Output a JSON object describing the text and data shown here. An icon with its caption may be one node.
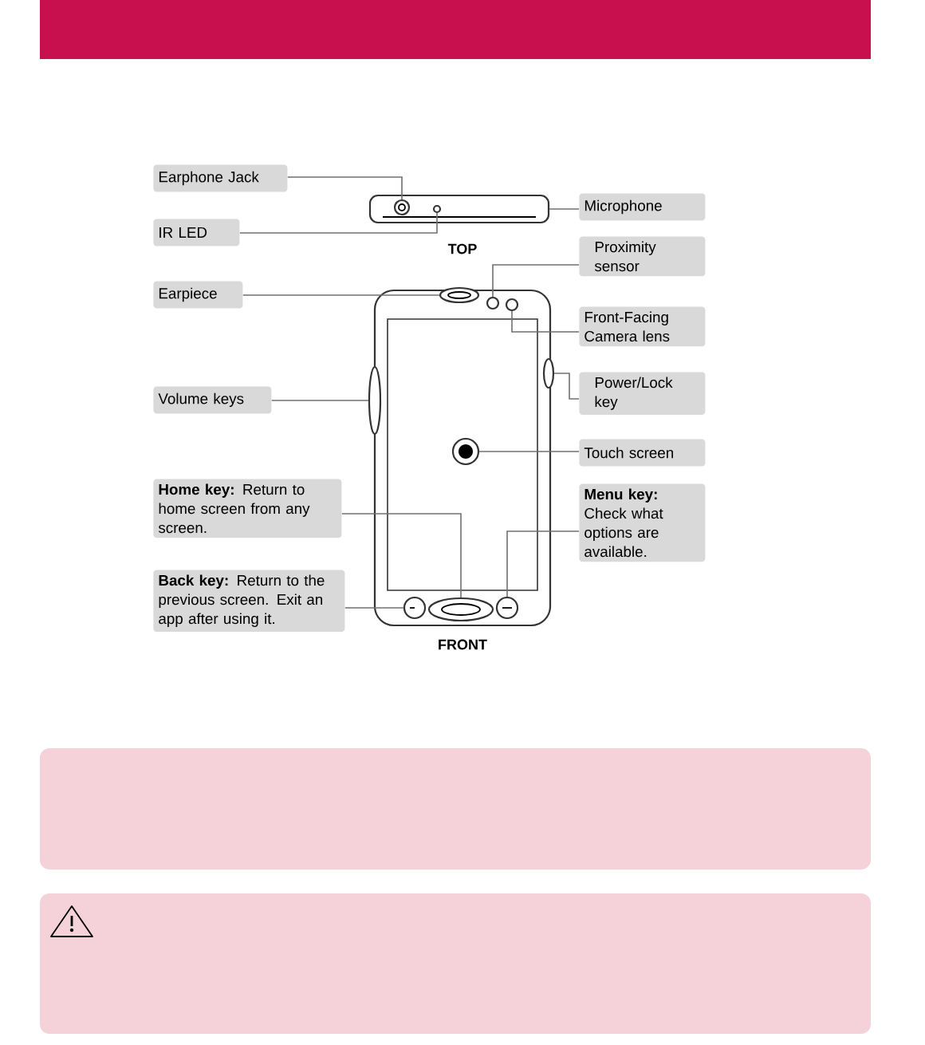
{
  "diagram": {
    "nodes": [
      {
        "text": [
          "Earphone Jack"
        ]
      },
      {
        "text": [
          "IR LED"
        ]
      },
      {
        "text": [
          "Microphone"
        ]
      },
      {
        "text": [
          "Proximity sensor"
        ]
      },
      {
        "text": [
          "Front-Facing Camera lens"
        ]
      },
      {
        "text": [
          "Earpiece"
        ]
      },
      {
        "text": [
          "Power/Lock key"
        ]
      },
      {
        "text": [
          "Volume keys"
        ]
      },
      {
        "text": [
          "Touch screen"
        ]
      },
      {
        "text": [
          "**Home key:** Return to home screen from any screen."
        ]
      },
      {
        "text": [
          "**Menu key:** Check what options are available."
        ]
      },
      {
        "text": [
          "**Back key:** Return to the previous screen. Exit an app after using it."
        ]
      },
      {
        "text": [],
        "shape": "box"
      },
      {
        "text": [],
        "shape": "circle",
        "in": 12
      },
      {
        "text": [],
        "shape": "circle",
        "in": 12
      },
      {
        "text": [],
        "shape": "ellipse"
      },
      {
        "text": [],
        "shape": "circle"
      },
      {
        "text": [],
        "shape": "circle"
      },
      {
        "text": [],
        "shape": "ellipse"
      },
      {
        "text": [],
        "shape": "ellipse"
      },
      {
        "text": [],
        "shape": "circle"
      },
      {
        "text": [],
        "shape": "circle"
      },
      {
        "text": [],
        "shape": "ellipse"
      },
      {
        "text": [],
        "shape": "circle"
      }
    ],
    "edges": [
      {
        "from": 0,
        "to": 13,
        "arrow": "none"
      },
      {
        "from": 1,
        "to": 14,
        "arrow": "none"
      },
      {
        "from": 2,
        "to": 12,
        "arrow": "none"
      },
      {
        "from": 3,
        "to": 16,
        "arrow": "none"
      },
      {
        "from": 4,
        "to": 17,
        "arrow": "none"
      },
      {
        "from": 5,
        "to": 15,
        "arrow": "none"
      },
      {
        "from": 6,
        "to": 18,
        "arrow": "none"
      },
      {
        "from": 7,
        "to": 19,
        "arrow": "none"
      },
      {
        "from": 8,
        "to": 20,
        "arrow": "none"
      },
      {
        "from": 9,
        "to": 22,
        "arrow": "none"
      },
      {
        "from": 10,
        "to": 23,
        "arrow": "none"
      },
      {
        "from": 11,
        "to": 21,
        "arrow": "none"
      }
    ],
    "labels": [
      "TOP",
      "FRONT"
    ]
  }
}
